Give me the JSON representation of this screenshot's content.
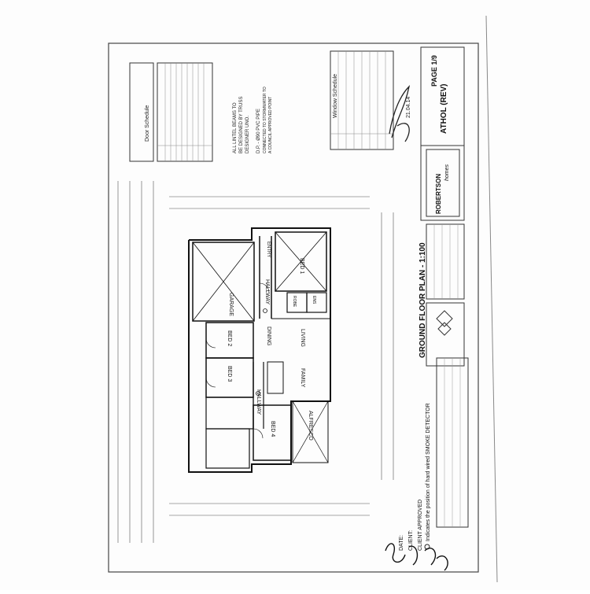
{
  "sheet": {
    "page_label": "PAGE 1/9",
    "model_name": "ATHOL (REV)",
    "plan_title": "GROUND FLOOR PLAN - 1:100",
    "smoke_note": "Indicates the position of hard wired SMOKE DETECTOR",
    "client_approved": "CLIENT APPROVED",
    "client_label": "CLIENT:",
    "date_label": "DATE:",
    "signature_date": "21.04.14"
  },
  "notes": {
    "lintels": [
      "ALL LINTEL BEAMS TO",
      "BE DESIGNED BY TRUSS",
      "DESIGNER UNO."
    ],
    "dp": "D.P. - Ø90 PVC PIPE",
    "dp_sub": [
      "CONNECTED TO STORMWATER TO",
      "A COUNCIL APPROVED POINT"
    ]
  },
  "schedules": {
    "door_title": "Door Schedule",
    "window_title": "Window Schedule"
  },
  "brand": {
    "name": "ROBERTSON",
    "sub": "homes"
  },
  "rooms": {
    "garage": "GARAGE",
    "bed1": "BED 1",
    "bed2": "BED 2",
    "bed3": "BED 3",
    "bed4": "BED 4",
    "hallway1": "HALLWAY",
    "hallway2": "HALLWAY",
    "dining": "DINING",
    "living": "LIVING",
    "family": "FAMILY",
    "alfresco": "ALFRESCO",
    "entry": "ENTRY",
    "robe": "ROBE",
    "ens": "ENS"
  }
}
